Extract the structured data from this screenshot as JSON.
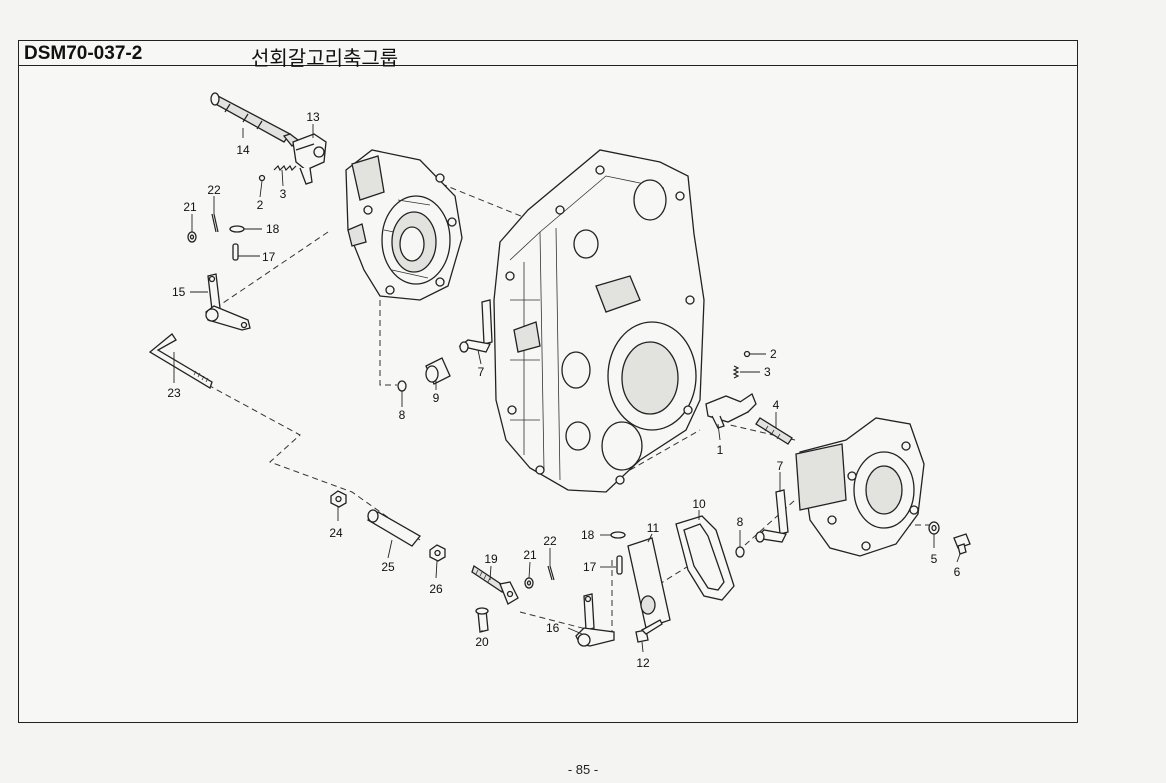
{
  "header": {
    "code": "DSM70-037-2",
    "title": "선회갈고리축그룹"
  },
  "page_number": "- 85 -",
  "callouts": [
    {
      "id": "c14",
      "text": "14"
    },
    {
      "id": "c13",
      "text": "13"
    },
    {
      "id": "c3a",
      "text": "3"
    },
    {
      "id": "c2a",
      "text": "2"
    },
    {
      "id": "c22a",
      "text": "22"
    },
    {
      "id": "c21a",
      "text": "21"
    },
    {
      "id": "c18a",
      "text": "18"
    },
    {
      "id": "c17a",
      "text": "17"
    },
    {
      "id": "c15",
      "text": "15"
    },
    {
      "id": "c23",
      "text": "23"
    },
    {
      "id": "c7a",
      "text": "7"
    },
    {
      "id": "c9",
      "text": "9"
    },
    {
      "id": "c8a",
      "text": "8"
    },
    {
      "id": "c2b",
      "text": "2"
    },
    {
      "id": "c3b",
      "text": "3"
    },
    {
      "id": "c4",
      "text": "4"
    },
    {
      "id": "c1",
      "text": "1"
    },
    {
      "id": "c7b",
      "text": "7"
    },
    {
      "id": "c10",
      "text": "10"
    },
    {
      "id": "c8b",
      "text": "8"
    },
    {
      "id": "c11",
      "text": "11"
    },
    {
      "id": "c18b",
      "text": "18"
    },
    {
      "id": "c17b",
      "text": "17"
    },
    {
      "id": "c22b",
      "text": "22"
    },
    {
      "id": "c21b",
      "text": "21"
    },
    {
      "id": "c19",
      "text": "19"
    },
    {
      "id": "c24",
      "text": "24"
    },
    {
      "id": "c25",
      "text": "25"
    },
    {
      "id": "c26",
      "text": "26"
    },
    {
      "id": "c20",
      "text": "20"
    },
    {
      "id": "c16",
      "text": "16"
    },
    {
      "id": "c12",
      "text": "12"
    },
    {
      "id": "c5",
      "text": "5"
    },
    {
      "id": "c6",
      "text": "6"
    }
  ]
}
